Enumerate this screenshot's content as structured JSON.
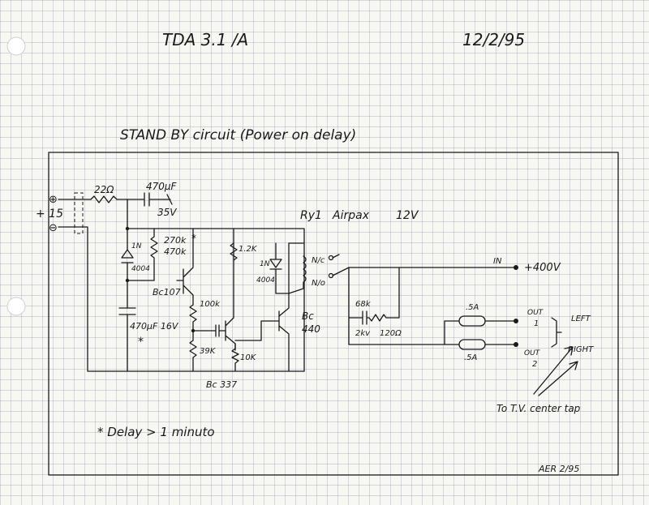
{
  "header": {
    "project": "TDA 3.1 /A",
    "date": "12/2/95"
  },
  "title": "STAND BY circuit (Power on delay)",
  "supply": {
    "voltage": "+ 15",
    "plus_symbol": "⊕",
    "minus_symbol": "⊖"
  },
  "components": {
    "r_input": "22Ω",
    "c_input": "470µF",
    "c_input_voltage": "35V",
    "diode_zener_1": "1N",
    "diode_zener_2": "4004",
    "r_270k": "270k",
    "r_470k": "470k",
    "asterisk": "*",
    "r_1k2": "1.2K",
    "relay_label": "Ry1",
    "relay_model": "Airpax",
    "relay_voltage": "12V",
    "diode_relay_1": "1N",
    "diode_relay_2": "4004",
    "contact_nc": "N/c",
    "contact_no": "N/o",
    "q1": "Bc107",
    "r_100k": "100k",
    "c_delay": "470µF 16V",
    "r_39k": "39K",
    "r_10k": "10K",
    "q2": "Bc 337",
    "q3_line1": "Bc",
    "q3_line2": "440",
    "c_snub": "68k",
    "c_snub_voltage": "2kv",
    "r_snub": "120Ω",
    "in_label": "IN",
    "hv": "+400V",
    "fuse_1": ".5A",
    "fuse_2": ".5A",
    "out_1a": "OUT",
    "out_1b": "1",
    "out_2a": "OUT",
    "out_2b": "2",
    "left": "LEFT",
    "right": "RIGHT",
    "tv_note": "To T.V. center tap"
  },
  "footnote": "* Delay > 1 minuto",
  "signature": "AER 2/95"
}
